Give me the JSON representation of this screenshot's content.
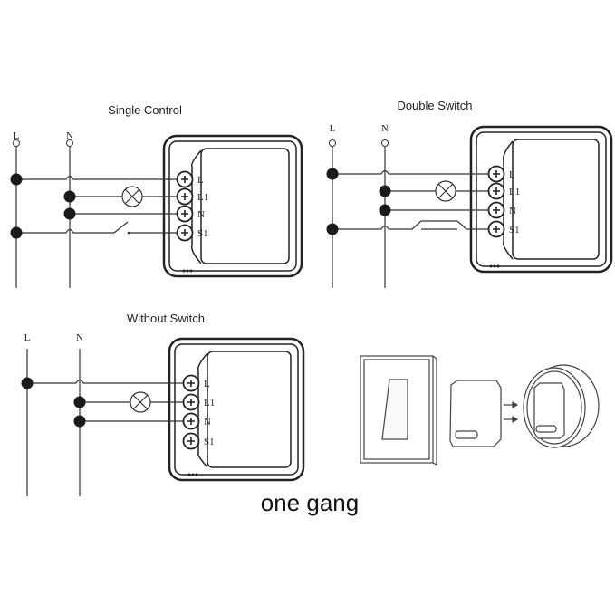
{
  "colors": {
    "line": "#333333",
    "dot": "#1a1a1a"
  },
  "diagrams": [
    {
      "title": "Single Control",
      "supply_labels": [
        "L",
        "N"
      ],
      "terminals": [
        "L",
        "L1",
        "N",
        "S1"
      ],
      "switch": "single"
    },
    {
      "title": "Double Switch",
      "supply_labels": [
        "L",
        "N"
      ],
      "terminals": [
        "L",
        "L1",
        "N",
        "S1"
      ],
      "switch": "double"
    },
    {
      "title": "Without Switch",
      "supply_labels": [
        "L",
        "N"
      ],
      "terminals": [
        "L",
        "L1",
        "N",
        "S1"
      ],
      "switch": "none"
    }
  ],
  "caption": "one gang"
}
